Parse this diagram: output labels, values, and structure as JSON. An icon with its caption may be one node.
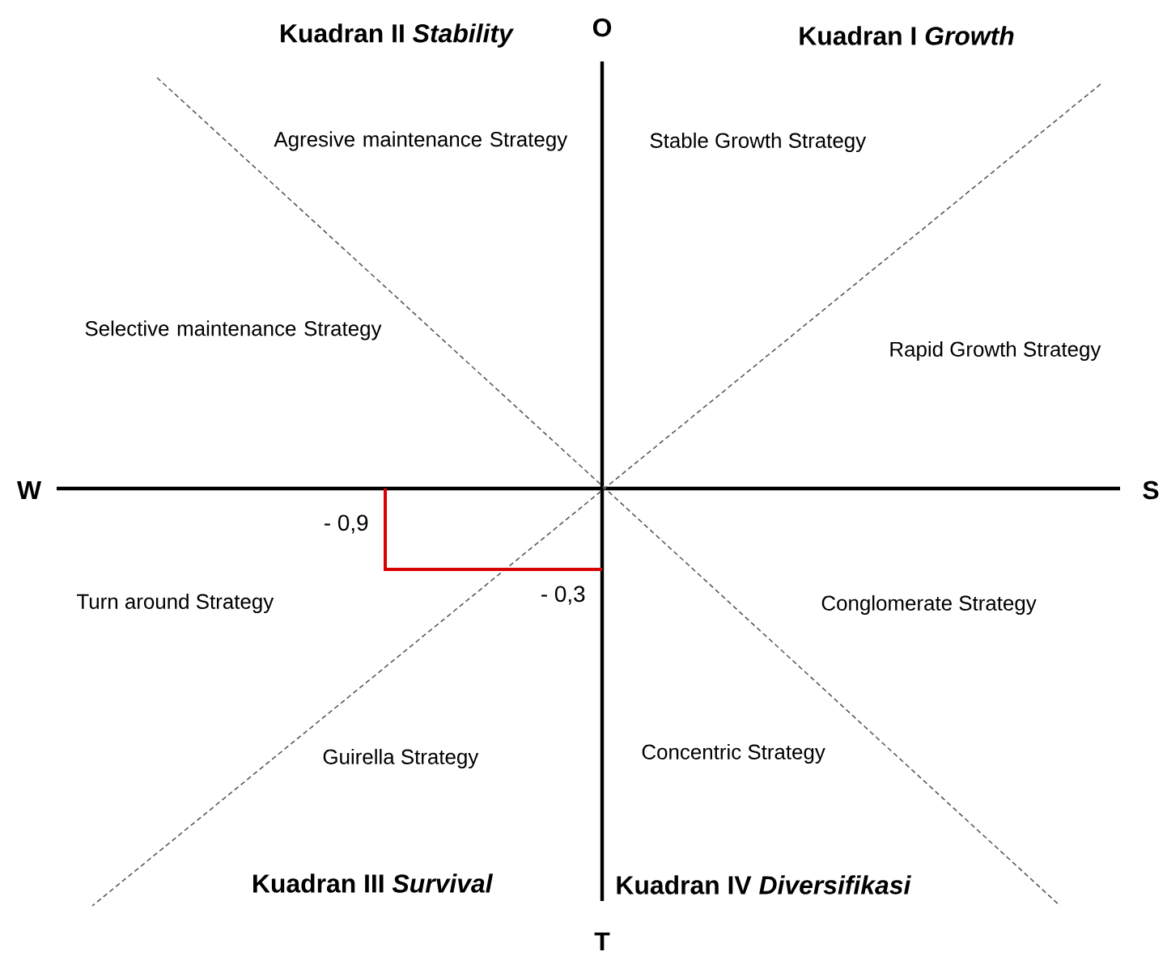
{
  "diagram": {
    "labels": [
      "Kuadran II *Stability*",
      "O",
      "Kuadran I *Growth*",
      "Agresive maintenance Strategy",
      "Stable Growth Strategy",
      "Selective maintenance Strategy",
      "Rapid Growth Strategy",
      "W",
      "S",
      "- 0,9",
      "Turn around Strategy",
      "- 0,3",
      "Conglomerate Strategy",
      "Guirella Strategy",
      "Concentric Strategy",
      "Kuadran III *Survival*",
      "Kuadran IV *Diversifikasi*",
      "T"
    ]
  }
}
